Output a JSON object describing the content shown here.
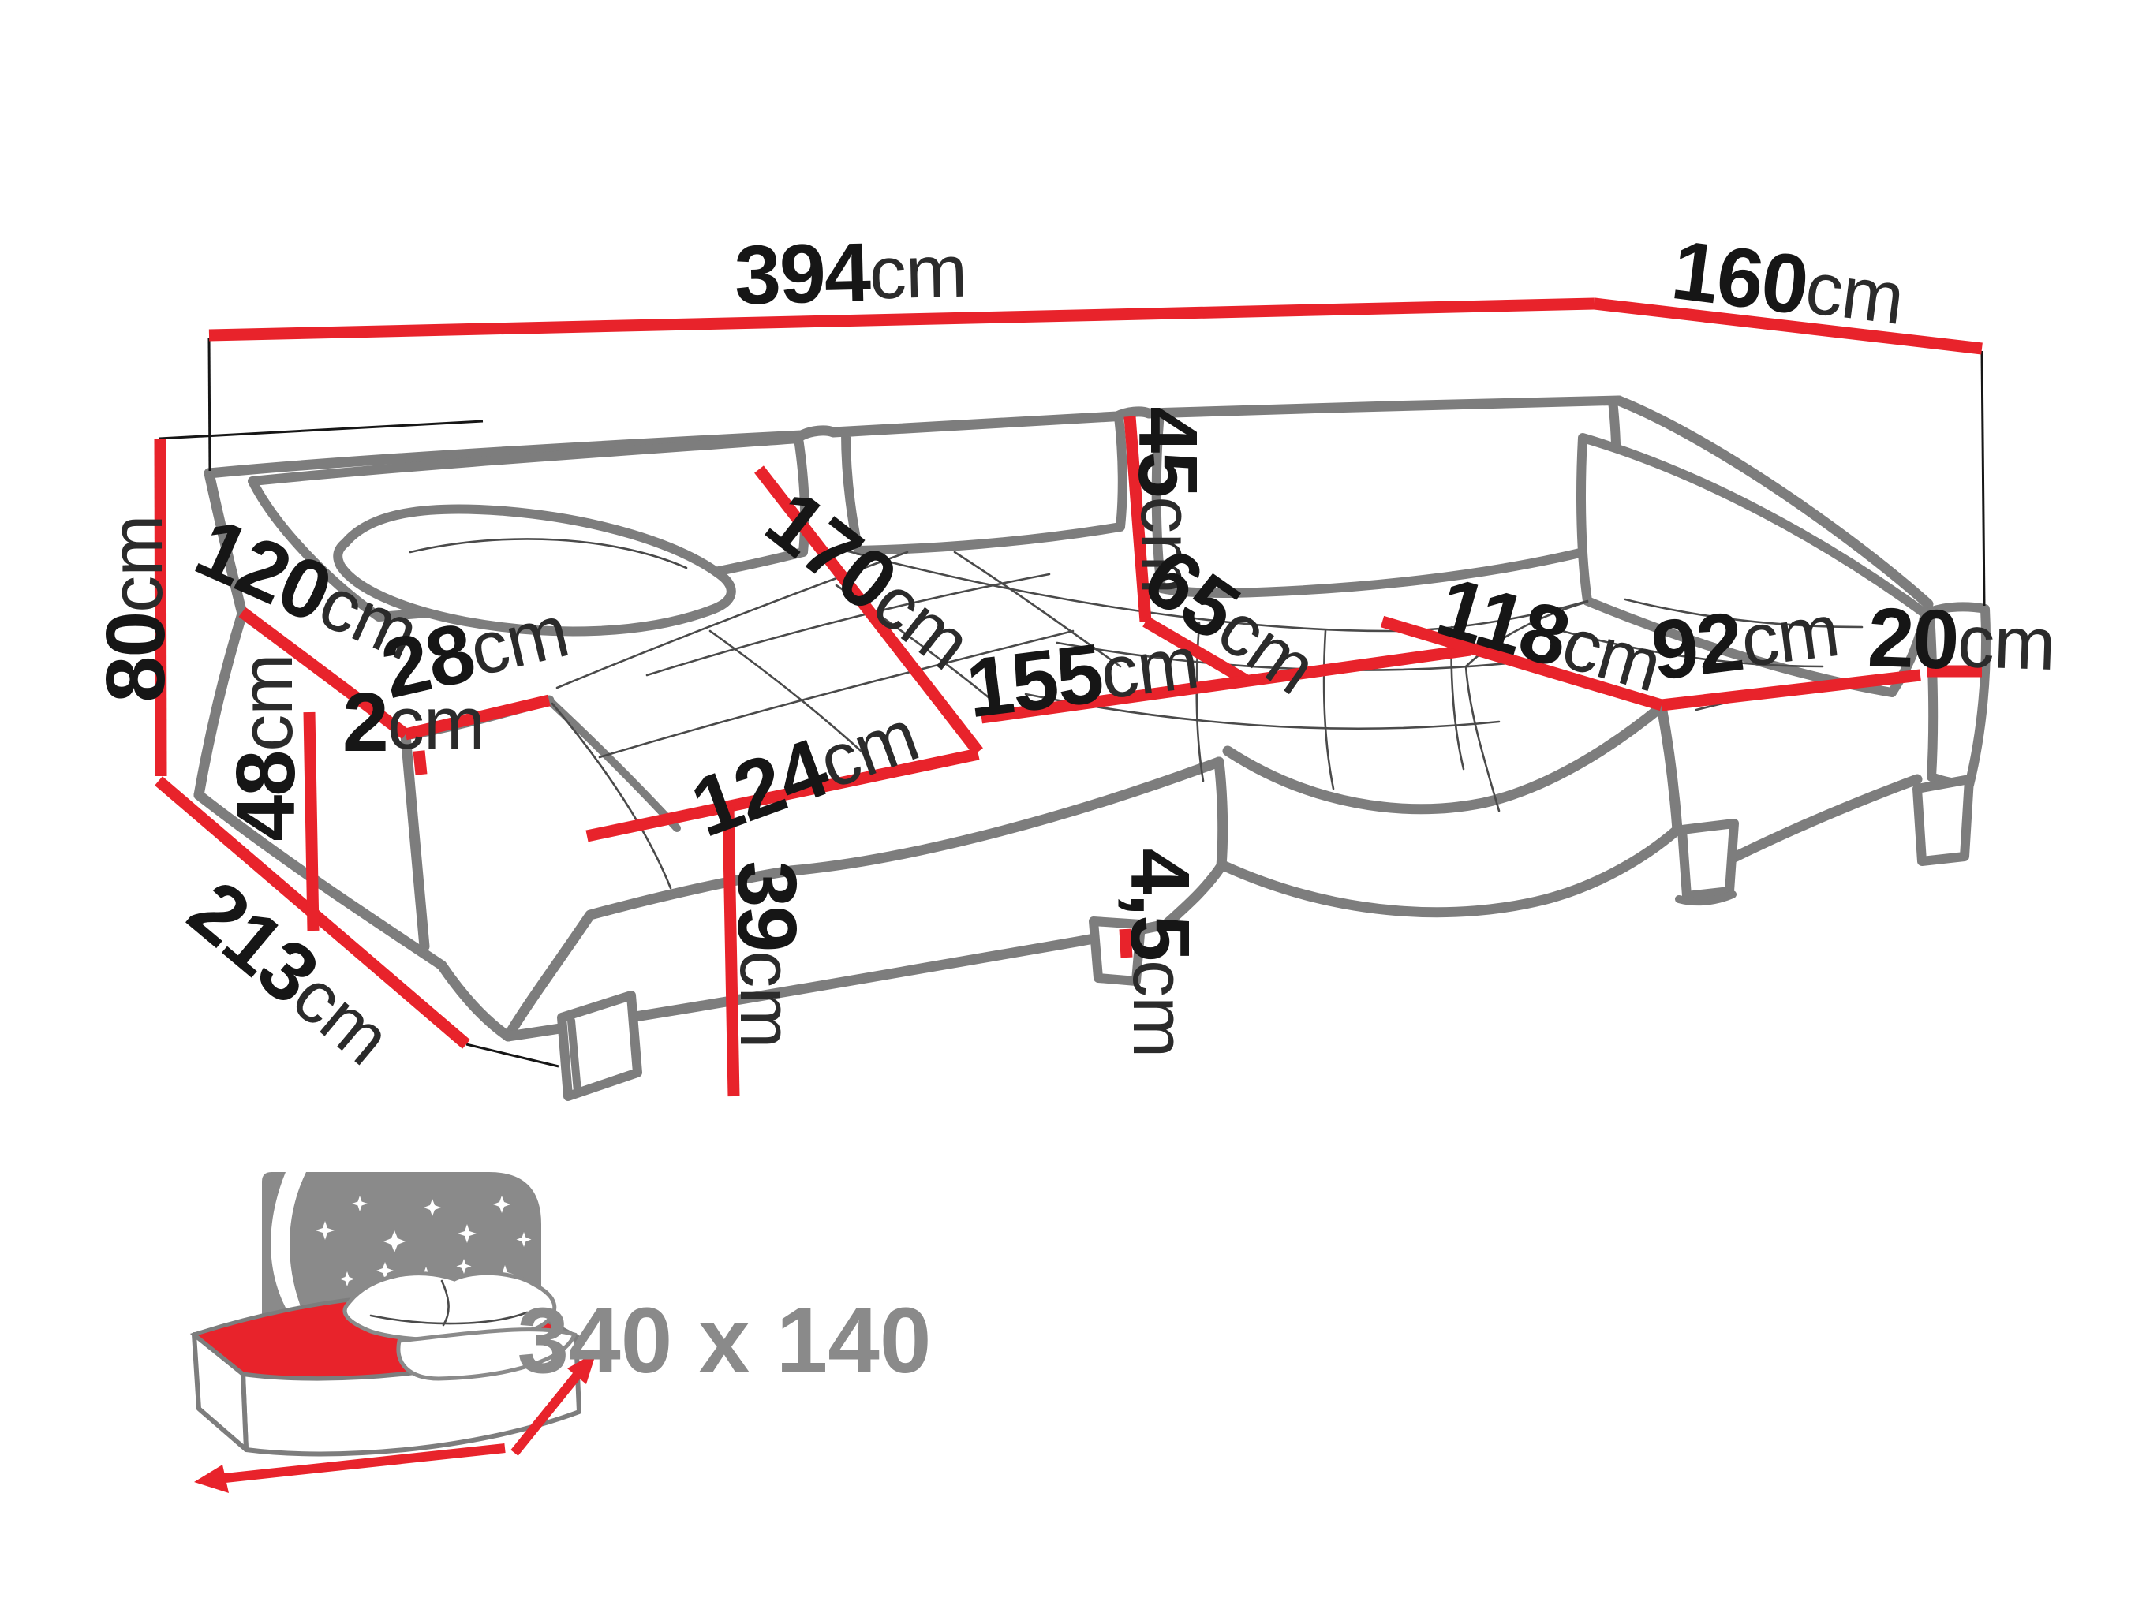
{
  "colors": {
    "dimension_line": "#e8232b",
    "sofa_outline": "#7d7d7d",
    "label_text": "#161616",
    "bed_icon_gray": "#8a8a8a",
    "bed_icon_red": "#e8232b",
    "background": "#ffffff"
  },
  "dims": {
    "total_width": {
      "value": "394",
      "unit": "cm"
    },
    "right_depth": {
      "value": "160",
      "unit": "cm"
    },
    "total_height": {
      "value": "80",
      "unit": "cm"
    },
    "left_armrest_length": {
      "value": "120",
      "unit": "cm"
    },
    "armrest_top_width": {
      "value": "28",
      "unit": "cm"
    },
    "armrest_side_height": {
      "value": "48",
      "unit": "cm"
    },
    "armrest_seat_gap": {
      "value": "2",
      "unit": "cm"
    },
    "left_chaise_depth": {
      "value": "213",
      "unit": "cm"
    },
    "left_seat_length": {
      "value": "170",
      "unit": "cm"
    },
    "left_seat_front_width": {
      "value": "124",
      "unit": "cm"
    },
    "seat_height": {
      "value": "39",
      "unit": "cm"
    },
    "back_cushion_height": {
      "value": "45",
      "unit": "cm"
    },
    "middle_seat_depth": {
      "value": "65",
      "unit": "cm"
    },
    "middle_seat_width": {
      "value": "155",
      "unit": "cm"
    },
    "right_seat_length": {
      "value": "118",
      "unit": "cm"
    },
    "right_seat_width": {
      "value": "92",
      "unit": "cm"
    },
    "right_armrest_width": {
      "value": "20",
      "unit": "cm"
    },
    "leg_height": {
      "value": "4,5",
      "unit": "cm"
    }
  },
  "bed_icon": {
    "label": "340 x 140"
  }
}
